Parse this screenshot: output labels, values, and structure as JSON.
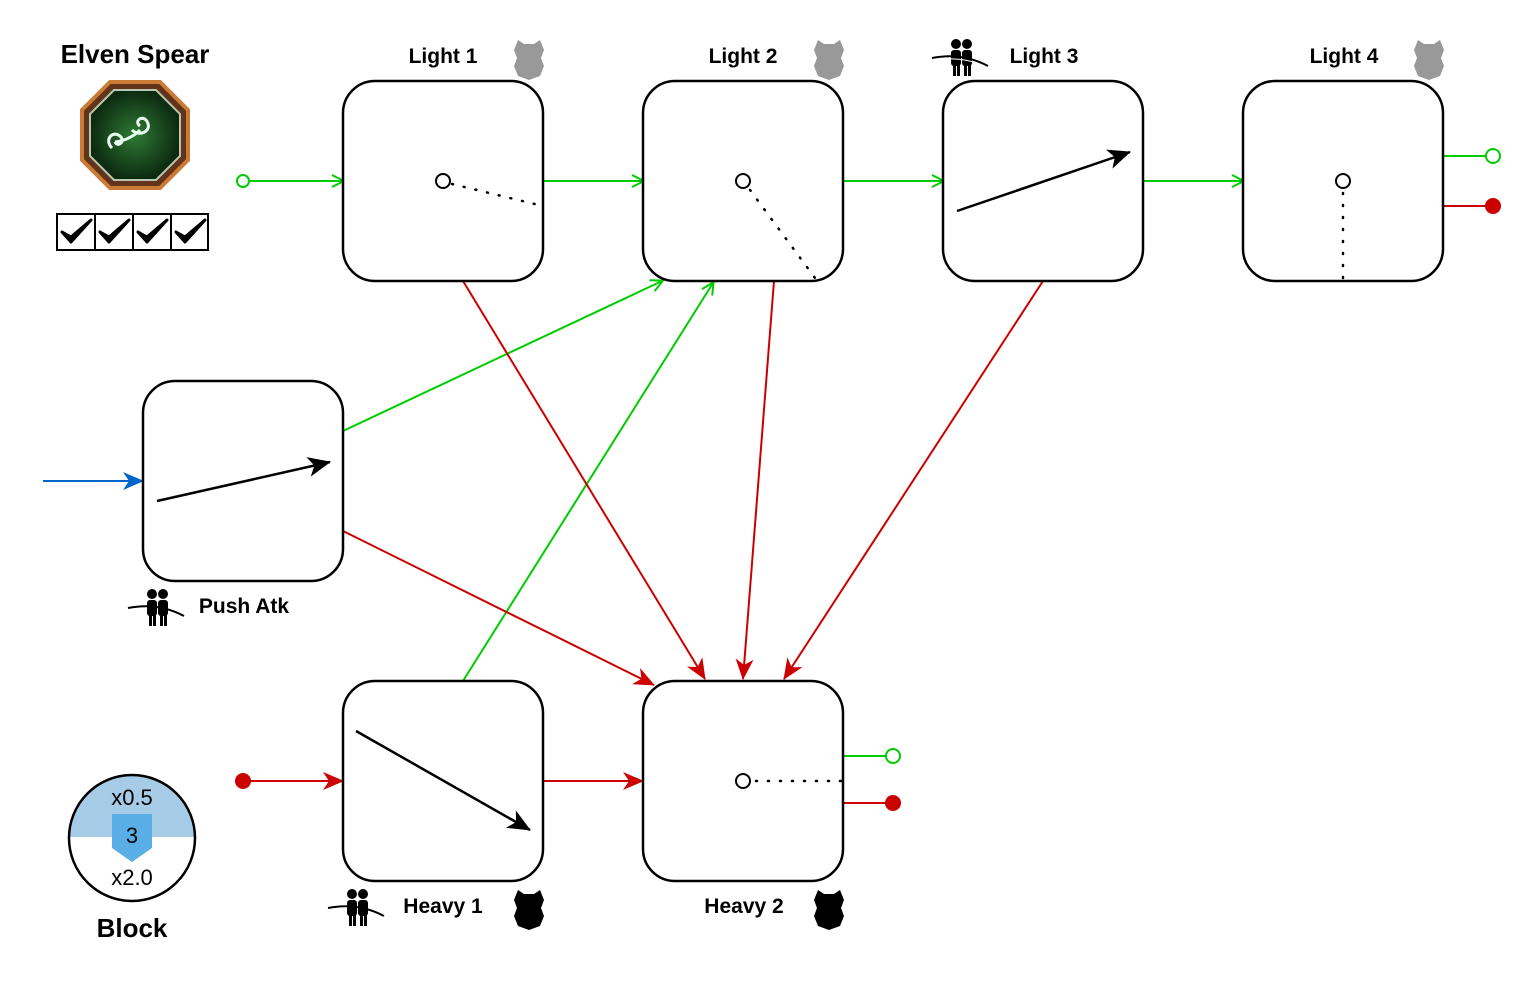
{
  "weapon": {
    "name": "Elven Spear",
    "icon": "triskelion-rune-icon",
    "checks": [
      "check",
      "check",
      "check",
      "check"
    ]
  },
  "colors": {
    "continue": "#00cc00",
    "heavy": "#cc0000",
    "push": "#0066cc",
    "armor_light": "#999999",
    "armor_heavy": "#000000",
    "block_top": "#a6cbe6",
    "block_shield": "#5aaee6"
  },
  "nodes": [
    {
      "id": "light1",
      "label": "Light 1",
      "armor": "light",
      "push_icon": false,
      "motion": "dotted-sweep",
      "col": 1,
      "row": 0
    },
    {
      "id": "light2",
      "label": "Light 2",
      "armor": "light",
      "push_icon": false,
      "motion": "dotted-sweep",
      "col": 2,
      "row": 0
    },
    {
      "id": "light3",
      "label": "Light 3",
      "armor": "none",
      "push_icon": true,
      "motion": "thrust",
      "col": 3,
      "row": 0
    },
    {
      "id": "light4",
      "label": "Light 4",
      "armor": "light",
      "push_icon": false,
      "motion": "dotted-sweep",
      "col": 4,
      "row": 0
    },
    {
      "id": "push",
      "label": "Push Atk",
      "armor": "none",
      "push_icon": true,
      "motion": "thrust",
      "col": 0,
      "row": 1
    },
    {
      "id": "heavy1",
      "label": "Heavy 1",
      "armor": "heavy",
      "push_icon": true,
      "motion": "slash",
      "col": 1,
      "row": 2
    },
    {
      "id": "heavy2",
      "label": "Heavy 2",
      "armor": "heavy",
      "push_icon": false,
      "motion": "dotted-sweep",
      "col": 2,
      "row": 2
    }
  ],
  "edges": [
    {
      "from": "start-light",
      "to": "light1",
      "type": "light"
    },
    {
      "from": "light1",
      "to": "light2",
      "type": "light"
    },
    {
      "from": "light2",
      "to": "light3",
      "type": "light"
    },
    {
      "from": "light3",
      "to": "light4",
      "type": "light"
    },
    {
      "from": "push",
      "to": "light2",
      "type": "light"
    },
    {
      "from": "heavy1",
      "to": "light2",
      "type": "light"
    },
    {
      "from": "light1",
      "to": "heavy2",
      "type": "heavy"
    },
    {
      "from": "light2",
      "to": "heavy2",
      "type": "heavy"
    },
    {
      "from": "light3",
      "to": "heavy2",
      "type": "heavy"
    },
    {
      "from": "push",
      "to": "heavy2",
      "type": "heavy"
    },
    {
      "from": "start-heavy",
      "to": "heavy1",
      "type": "heavy"
    },
    {
      "from": "heavy1",
      "to": "heavy2",
      "type": "heavy"
    },
    {
      "from": "start-push",
      "to": "push",
      "type": "push"
    }
  ],
  "block": {
    "label": "Block",
    "top_multiplier": "x0.5",
    "value": "3",
    "bottom_multiplier": "x2.0"
  },
  "legend": {
    "light_output": "light-attack-terminal",
    "heavy_output": "heavy-attack-terminal"
  }
}
